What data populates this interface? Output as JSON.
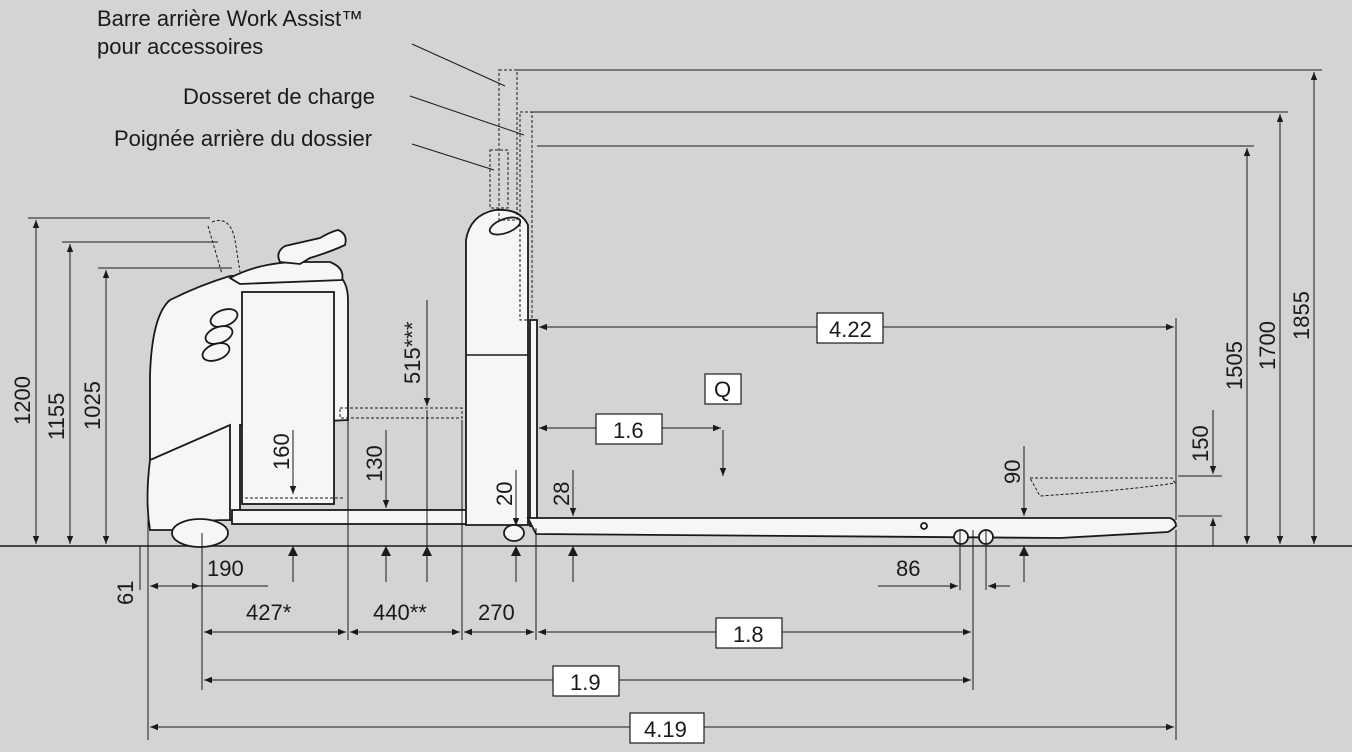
{
  "callouts": {
    "work_assist_line1": "Barre arrière Work Assist™",
    "work_assist_line2": "pour accessoires",
    "dosseret": "Dosseret de charge",
    "poignee": "Poignée arrière du dossier"
  },
  "load_symbol": "Q",
  "dimensions": {
    "h_1200": "1200",
    "h_1155": "1155",
    "h_1025": "1025",
    "h_160": "160",
    "h_130": "130",
    "h_515": "515***",
    "h_20": "20",
    "h_28": "28",
    "h_90": "90",
    "h_150": "150",
    "h_1505": "1505",
    "h_1700": "1700",
    "h_1855": "1855",
    "w_61": "61",
    "w_190": "190",
    "w_427": "427*",
    "w_440": "440**",
    "w_270": "270",
    "w_86": "86",
    "l_4_22": "4.22",
    "l_1_6": "1.6",
    "l_1_8": "1.8",
    "l_1_9": "1.9",
    "l_4_19": "4.19"
  }
}
